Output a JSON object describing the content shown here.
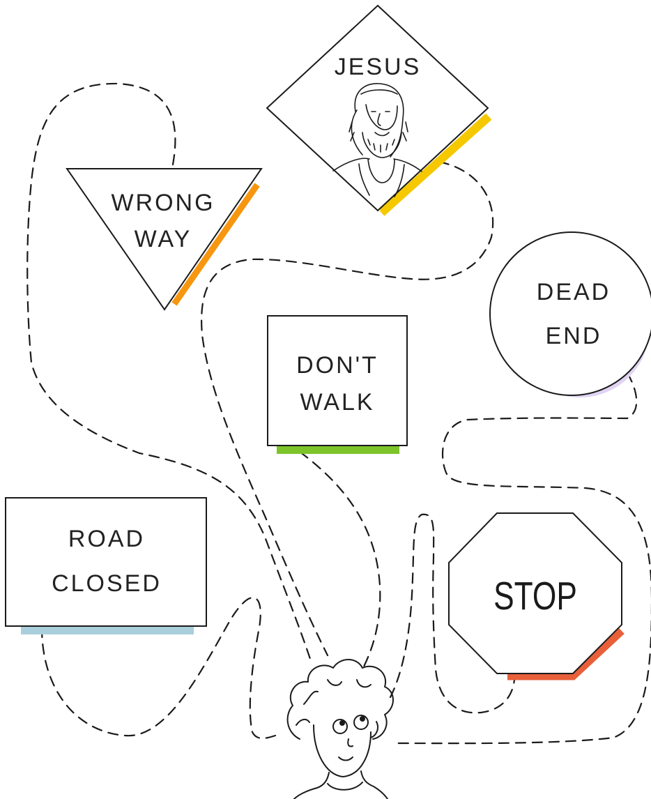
{
  "signs": {
    "jesus": {
      "line1": "JESUS"
    },
    "wrong_way": {
      "line1": "WRONG",
      "line2": "WAY"
    },
    "dead_end": {
      "line1": "DEAD",
      "line2": "END"
    },
    "dont_walk": {
      "line1": "DON'T",
      "line2": "WALK"
    },
    "road_closed": {
      "line1": "ROAD",
      "line2": "CLOSED"
    },
    "stop": {
      "line1": "STOP"
    }
  },
  "colors": {
    "line": "#1a1a1a",
    "jesus_accent": "#f5c800",
    "wrong_way_accent": "#f7960f",
    "dead_end_accent": "#e0d4f2",
    "dont_walk_accent": "#7cc42a",
    "road_closed_accent": "#a9cfdc",
    "stop_accent": "#e8603a"
  }
}
